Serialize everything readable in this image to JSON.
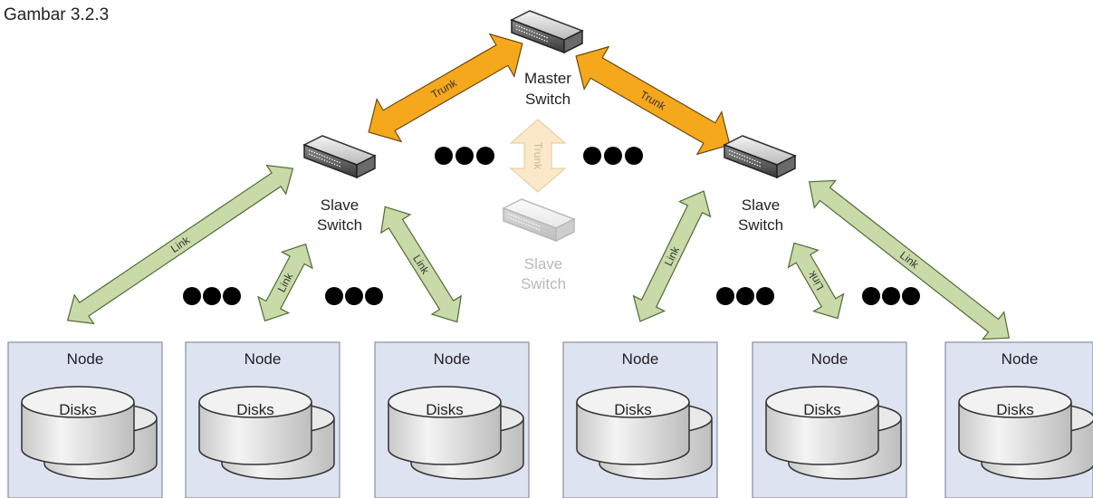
{
  "caption": "Gambar 3.2.3",
  "master_switch": {
    "line1": "Master",
    "line2": "Switch"
  },
  "slave_switches": [
    {
      "line1": "Slave",
      "line2": "Switch"
    },
    {
      "line1": "Slave",
      "line2": "Switch"
    },
    {
      "line1": "Slave",
      "line2": "Switch"
    }
  ],
  "trunk_label": "Trunk",
  "link_label": "Link",
  "nodes": [
    {
      "title": "Node",
      "disk_label": "Disks"
    },
    {
      "title": "Node",
      "disk_label": "Disks"
    },
    {
      "title": "Node",
      "disk_label": "Disks"
    },
    {
      "title": "Node",
      "disk_label": "Disks"
    },
    {
      "title": "Node",
      "disk_label": "Disks"
    },
    {
      "title": "Node",
      "disk_label": "Disks"
    }
  ],
  "colors": {
    "trunk": "#f5a81c",
    "trunk_faded": "#fbe8c8",
    "link": "#c8daa8",
    "node_bg": "#dde3f1",
    "dots": "#000000"
  }
}
